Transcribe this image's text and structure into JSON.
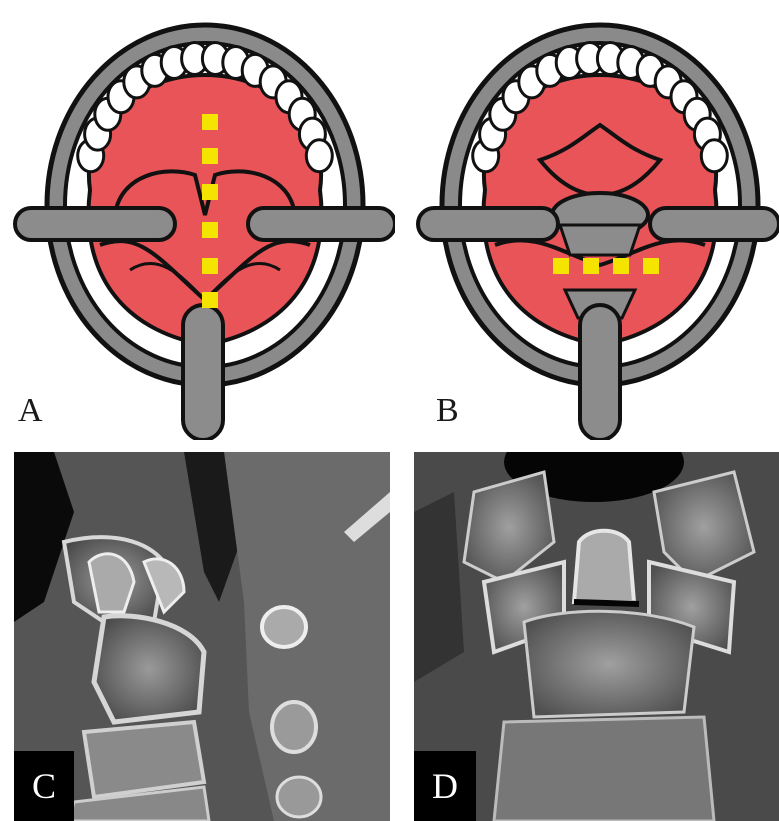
{
  "panels": {
    "a": {
      "label": "A"
    },
    "b": {
      "label": "B"
    },
    "c": {
      "label": "C"
    },
    "d": {
      "label": "D"
    }
  },
  "colors": {
    "mouth_red": "#e85458",
    "gum_gray": "#8a8a8a",
    "outline": "#111111",
    "tooth": "#ffffff",
    "incision_yellow": "#f5e400",
    "retractor_gray": "#8c8c8c"
  },
  "icons": [
    "mouth-retractor-diagram",
    "ct-scan-image"
  ]
}
